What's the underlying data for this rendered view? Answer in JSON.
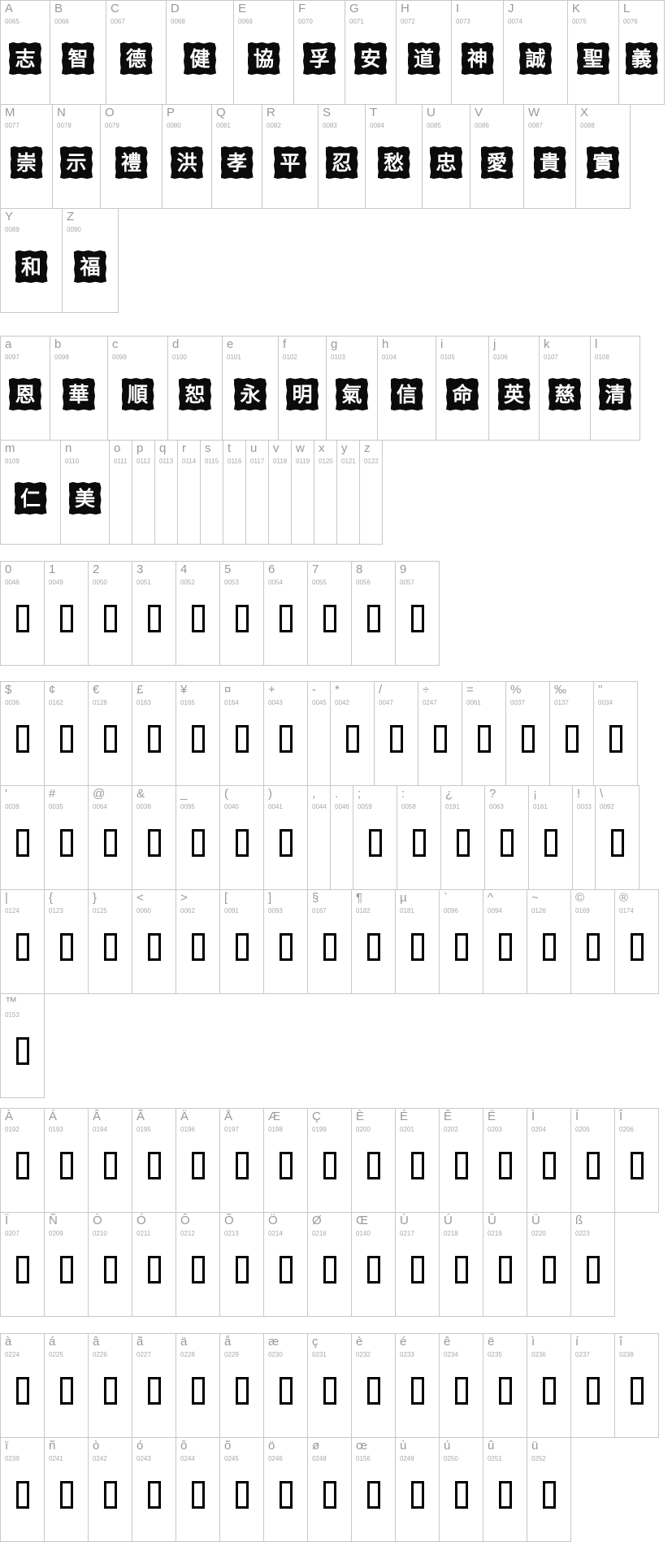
{
  "sections": [
    {
      "id": "uppercase",
      "rows": [
        [
          {
            "label": "A",
            "code": "0065",
            "glyph": "志"
          },
          {
            "label": "B",
            "code": "0066",
            "glyph": "智"
          },
          {
            "label": "C",
            "code": "0067",
            "glyph": "德"
          },
          {
            "label": "D",
            "code": "0068",
            "glyph": "健"
          },
          {
            "label": "E",
            "code": "0069",
            "glyph": "協"
          },
          {
            "label": "F",
            "code": "0070",
            "glyph": "孚"
          },
          {
            "label": "G",
            "code": "0071",
            "glyph": "安"
          },
          {
            "label": "H",
            "code": "0072",
            "glyph": "道"
          },
          {
            "label": "I",
            "code": "0073",
            "glyph": "神"
          },
          {
            "label": "J",
            "code": "0074",
            "glyph": "誠"
          },
          {
            "label": "K",
            "code": "0075",
            "glyph": "聖"
          },
          {
            "label": "L",
            "code": "0076",
            "glyph": "義"
          }
        ],
        [
          {
            "label": "M",
            "code": "0077",
            "glyph": "崇"
          },
          {
            "label": "N",
            "code": "0078",
            "glyph": "示"
          },
          {
            "label": "O",
            "code": "0079",
            "glyph": "禮"
          },
          {
            "label": "P",
            "code": "0080",
            "glyph": "洪"
          },
          {
            "label": "Q",
            "code": "0081",
            "glyph": "孝"
          },
          {
            "label": "R",
            "code": "0082",
            "glyph": "平"
          },
          {
            "label": "S",
            "code": "0083",
            "glyph": "忍"
          },
          {
            "label": "T",
            "code": "0084",
            "glyph": "愁"
          },
          {
            "label": "U",
            "code": "0085",
            "glyph": "忠"
          },
          {
            "label": "V",
            "code": "0086",
            "glyph": "愛"
          },
          {
            "label": "W",
            "code": "0087",
            "glyph": "貴"
          },
          {
            "label": "X",
            "code": "0088",
            "glyph": "實"
          }
        ],
        [
          {
            "label": "Y",
            "code": "0089",
            "glyph": "和"
          },
          {
            "label": "Z",
            "code": "0090",
            "glyph": "福"
          }
        ]
      ]
    },
    {
      "id": "lowercase",
      "rows": [
        [
          {
            "label": "a",
            "code": "0097",
            "glyph": "恩"
          },
          {
            "label": "b",
            "code": "0098",
            "glyph": "華"
          },
          {
            "label": "c",
            "code": "0099",
            "glyph": "順"
          },
          {
            "label": "d",
            "code": "0100",
            "glyph": "恕"
          },
          {
            "label": "e",
            "code": "0101",
            "glyph": "永"
          },
          {
            "label": "f",
            "code": "0102",
            "glyph": "明"
          },
          {
            "label": "g",
            "code": "0103",
            "glyph": "氣"
          },
          {
            "label": "h",
            "code": "0104",
            "glyph": "信"
          },
          {
            "label": "i",
            "code": "0105",
            "glyph": "命"
          },
          {
            "label": "j",
            "code": "0106",
            "glyph": "英"
          },
          {
            "label": "k",
            "code": "0107",
            "glyph": "慈"
          },
          {
            "label": "l",
            "code": "0108",
            "glyph": "清"
          }
        ],
        [
          {
            "label": "m",
            "code": "0109",
            "glyph": "仁"
          },
          {
            "label": "n",
            "code": "0110",
            "glyph": "美"
          },
          {
            "label": "o",
            "code": "0111",
            "glyph": ""
          },
          {
            "label": "p",
            "code": "0112",
            "glyph": ""
          },
          {
            "label": "q",
            "code": "0113",
            "glyph": ""
          },
          {
            "label": "r",
            "code": "0114",
            "glyph": ""
          },
          {
            "label": "s",
            "code": "0115",
            "glyph": ""
          },
          {
            "label": "t",
            "code": "0116",
            "glyph": ""
          },
          {
            "label": "u",
            "code": "0117",
            "glyph": ""
          },
          {
            "label": "v",
            "code": "0118",
            "glyph": ""
          },
          {
            "label": "w",
            "code": "0119",
            "glyph": ""
          },
          {
            "label": "x",
            "code": "0120",
            "glyph": ""
          },
          {
            "label": "y",
            "code": "0121",
            "glyph": ""
          },
          {
            "label": "z",
            "code": "0122",
            "glyph": ""
          }
        ]
      ]
    },
    {
      "id": "digits",
      "rows": [
        [
          {
            "label": "0",
            "code": "0048",
            "missing": true
          },
          {
            "label": "1",
            "code": "0049",
            "missing": true
          },
          {
            "label": "2",
            "code": "0050",
            "missing": true
          },
          {
            "label": "3",
            "code": "0051",
            "missing": true
          },
          {
            "label": "4",
            "code": "0052",
            "missing": true
          },
          {
            "label": "5",
            "code": "0053",
            "missing": true
          },
          {
            "label": "6",
            "code": "0054",
            "missing": true
          },
          {
            "label": "7",
            "code": "0055",
            "missing": true
          },
          {
            "label": "8",
            "code": "0056",
            "missing": true
          },
          {
            "label": "9",
            "code": "0057",
            "missing": true
          }
        ]
      ]
    },
    {
      "id": "symbols",
      "rows": [
        [
          {
            "label": "$",
            "code": "0036",
            "missing": true
          },
          {
            "label": "¢",
            "code": "0162",
            "missing": true
          },
          {
            "label": "€",
            "code": "0128",
            "missing": true
          },
          {
            "label": "£",
            "code": "0163",
            "missing": true
          },
          {
            "label": "¥",
            "code": "0165",
            "missing": true
          },
          {
            "label": "¤",
            "code": "0164",
            "missing": true
          },
          {
            "label": "+",
            "code": "0043",
            "missing": true
          },
          {
            "label": "-",
            "code": "0045",
            "glyph": ""
          },
          {
            "label": "*",
            "code": "0042",
            "missing": true
          },
          {
            "label": "/",
            "code": "0047",
            "missing": true
          },
          {
            "label": "÷",
            "code": "0247",
            "missing": true
          },
          {
            "label": "=",
            "code": "0061",
            "missing": true
          },
          {
            "label": "%",
            "code": "0037",
            "missing": true
          },
          {
            "label": "‰",
            "code": "0137",
            "missing": true
          },
          {
            "label": "\"",
            "code": "0034",
            "missing": true
          }
        ],
        [
          {
            "label": "'",
            "code": "0039",
            "missing": true
          },
          {
            "label": "#",
            "code": "0035",
            "missing": true
          },
          {
            "label": "@",
            "code": "0064",
            "missing": true
          },
          {
            "label": "&",
            "code": "0038",
            "missing": true
          },
          {
            "label": "_",
            "code": "0095",
            "missing": true
          },
          {
            "label": "(",
            "code": "0040",
            "missing": true
          },
          {
            "label": ")",
            "code": "0041",
            "missing": true
          },
          {
            "label": ",",
            "code": "0044",
            "glyph": ""
          },
          {
            "label": ".",
            "code": "0046",
            "glyph": ""
          },
          {
            "label": ";",
            "code": "0059",
            "missing": true
          },
          {
            "label": ":",
            "code": "0058",
            "missing": true
          },
          {
            "label": "¿",
            "code": "0191",
            "missing": true
          },
          {
            "label": "?",
            "code": "0063",
            "missing": true
          },
          {
            "label": "¡",
            "code": "0161",
            "missing": true
          },
          {
            "label": "!",
            "code": "0033",
            "glyph": ""
          },
          {
            "label": "\\",
            "code": "0092",
            "missing": true
          }
        ],
        [
          {
            "label": "|",
            "code": "0124",
            "missing": true
          },
          {
            "label": "{",
            "code": "0123",
            "missing": true
          },
          {
            "label": "}",
            "code": "0125",
            "missing": true
          },
          {
            "label": "<",
            "code": "0060",
            "missing": true
          },
          {
            "label": ">",
            "code": "0062",
            "missing": true
          },
          {
            "label": "[",
            "code": "0091",
            "missing": true
          },
          {
            "label": "]",
            "code": "0093",
            "missing": true
          },
          {
            "label": "§",
            "code": "0167",
            "missing": true
          },
          {
            "label": "¶",
            "code": "0182",
            "missing": true
          },
          {
            "label": "µ",
            "code": "0181",
            "missing": true
          },
          {
            "label": "`",
            "code": "0096",
            "missing": true
          },
          {
            "label": "^",
            "code": "0094",
            "missing": true
          },
          {
            "label": "~",
            "code": "0126",
            "missing": true
          },
          {
            "label": "©",
            "code": "0169",
            "missing": true
          },
          {
            "label": "®",
            "code": "0174",
            "missing": true
          }
        ],
        [
          {
            "label": "™",
            "code": "0153",
            "missing": true
          }
        ]
      ]
    },
    {
      "id": "accented-uppercase",
      "rows": [
        [
          {
            "label": "À",
            "code": "0192",
            "missing": true
          },
          {
            "label": "Á",
            "code": "0193",
            "missing": true
          },
          {
            "label": "Â",
            "code": "0194",
            "missing": true
          },
          {
            "label": "Ã",
            "code": "0195",
            "missing": true
          },
          {
            "label": "Ä",
            "code": "0196",
            "missing": true
          },
          {
            "label": "Å",
            "code": "0197",
            "missing": true
          },
          {
            "label": "Æ",
            "code": "0198",
            "missing": true
          },
          {
            "label": "Ç",
            "code": "0199",
            "missing": true
          },
          {
            "label": "È",
            "code": "0200",
            "missing": true
          },
          {
            "label": "É",
            "code": "0201",
            "missing": true
          },
          {
            "label": "Ê",
            "code": "0202",
            "missing": true
          },
          {
            "label": "Ë",
            "code": "0203",
            "missing": true
          },
          {
            "label": "Ì",
            "code": "0204",
            "missing": true
          },
          {
            "label": "Í",
            "code": "0205",
            "missing": true
          },
          {
            "label": "Î",
            "code": "0206",
            "missing": true
          }
        ],
        [
          {
            "label": "Ï",
            "code": "0207",
            "missing": true
          },
          {
            "label": "Ñ",
            "code": "0209",
            "missing": true
          },
          {
            "label": "Ò",
            "code": "0210",
            "missing": true
          },
          {
            "label": "Ó",
            "code": "0211",
            "missing": true
          },
          {
            "label": "Ô",
            "code": "0212",
            "missing": true
          },
          {
            "label": "Õ",
            "code": "0213",
            "missing": true
          },
          {
            "label": "Ö",
            "code": "0214",
            "missing": true
          },
          {
            "label": "Ø",
            "code": "0216",
            "missing": true
          },
          {
            "label": "Œ",
            "code": "0140",
            "missing": true
          },
          {
            "label": "Ù",
            "code": "0217",
            "missing": true
          },
          {
            "label": "Ú",
            "code": "0218",
            "missing": true
          },
          {
            "label": "Û",
            "code": "0219",
            "missing": true
          },
          {
            "label": "Ü",
            "code": "0220",
            "missing": true
          },
          {
            "label": "ß",
            "code": "0223",
            "missing": true
          }
        ]
      ]
    },
    {
      "id": "accented-lowercase",
      "rows": [
        [
          {
            "label": "à",
            "code": "0224",
            "missing": true
          },
          {
            "label": "á",
            "code": "0225",
            "missing": true
          },
          {
            "label": "â",
            "code": "0226",
            "missing": true
          },
          {
            "label": "ã",
            "code": "0227",
            "missing": true
          },
          {
            "label": "ä",
            "code": "0228",
            "missing": true
          },
          {
            "label": "å",
            "code": "0229",
            "missing": true
          },
          {
            "label": "æ",
            "code": "0230",
            "missing": true
          },
          {
            "label": "ç",
            "code": "0231",
            "missing": true
          },
          {
            "label": "è",
            "code": "0232",
            "missing": true
          },
          {
            "label": "é",
            "code": "0233",
            "missing": true
          },
          {
            "label": "ê",
            "code": "0234",
            "missing": true
          },
          {
            "label": "ë",
            "code": "0235",
            "missing": true
          },
          {
            "label": "ì",
            "code": "0236",
            "missing": true
          },
          {
            "label": "í",
            "code": "0237",
            "missing": true
          },
          {
            "label": "î",
            "code": "0238",
            "missing": true
          }
        ],
        [
          {
            "label": "ï",
            "code": "0239",
            "missing": true
          },
          {
            "label": "ñ",
            "code": "0241",
            "missing": true
          },
          {
            "label": "ò",
            "code": "0242",
            "missing": true
          },
          {
            "label": "ó",
            "code": "0243",
            "missing": true
          },
          {
            "label": "ô",
            "code": "0244",
            "missing": true
          },
          {
            "label": "õ",
            "code": "0245",
            "missing": true
          },
          {
            "label": "ö",
            "code": "0246",
            "missing": true
          },
          {
            "label": "ø",
            "code": "0248",
            "missing": true
          },
          {
            "label": "œ",
            "code": "0156",
            "missing": true
          },
          {
            "label": "ù",
            "code": "0249",
            "missing": true
          },
          {
            "label": "ú",
            "code": "0250",
            "missing": true
          },
          {
            "label": "û",
            "code": "0251",
            "missing": true
          },
          {
            "label": "ü",
            "code": "0252",
            "missing": true
          }
        ]
      ]
    }
  ]
}
